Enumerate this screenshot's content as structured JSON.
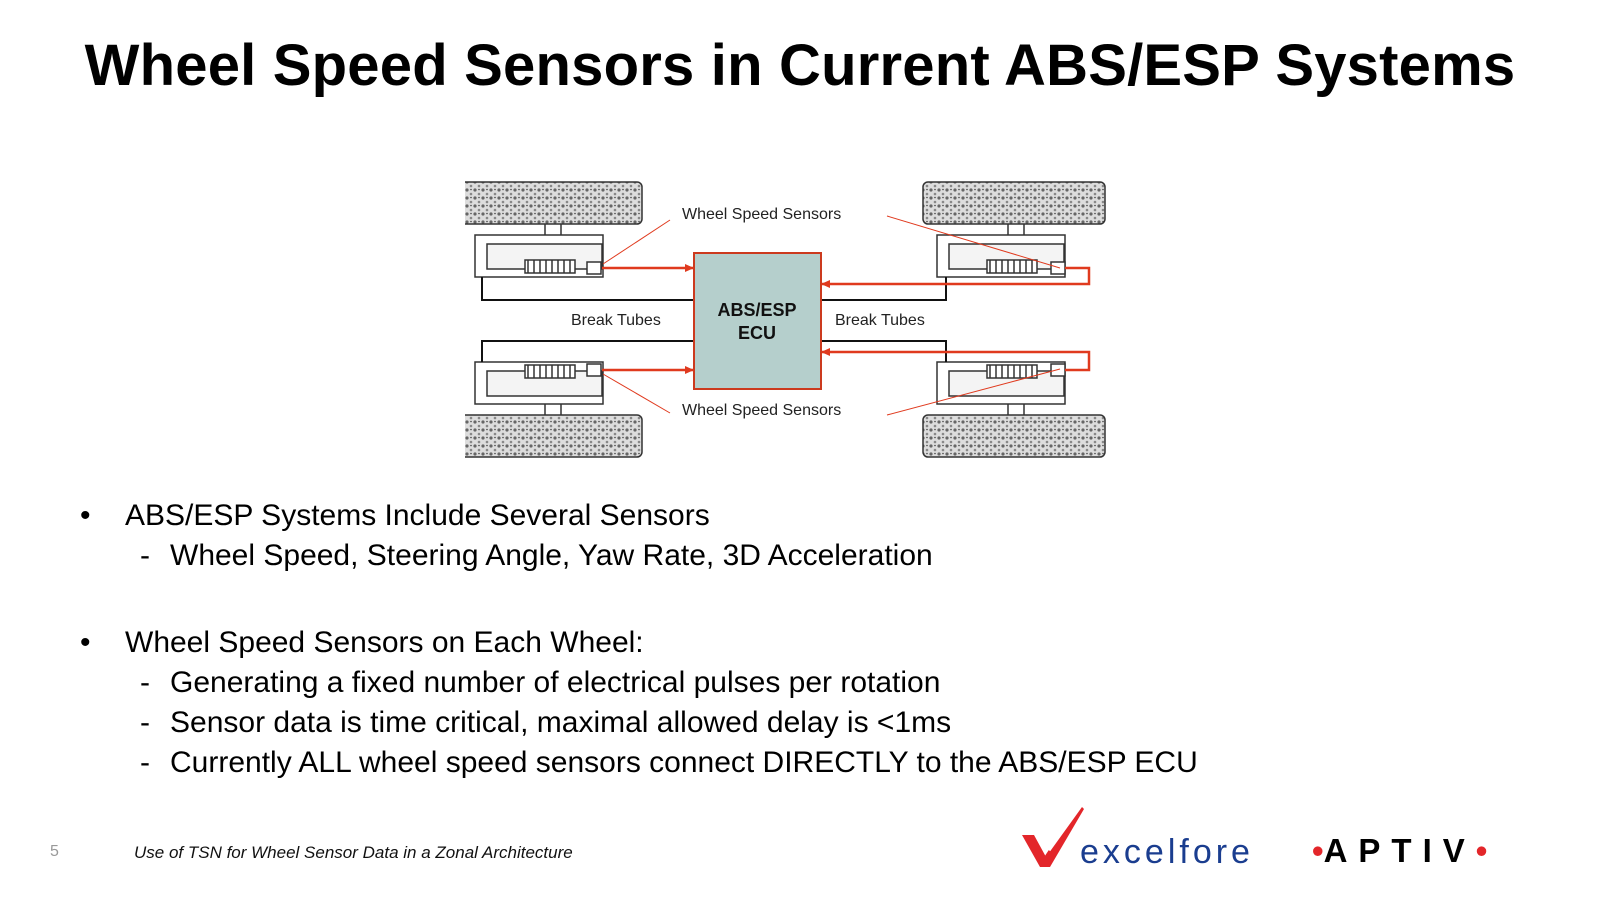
{
  "slide": {
    "title": "Wheel Speed Sensors in Current ABS/ESP Systems",
    "page_number": "5",
    "footer_text": "Use of TSN for Wheel Sensor Data in a Zonal Architecture"
  },
  "diagram": {
    "ecu_line1": "ABS/ESP",
    "ecu_line2": "ECU",
    "label_wss_top": "Wheel Speed Sensors",
    "label_wss_bottom": "Wheel Speed Sensors",
    "label_break_left": "Break Tubes",
    "label_break_right": "Break Tubes",
    "colors": {
      "ecu_fill": "#b5cfcc",
      "signal": "#e03a1e"
    }
  },
  "bullets": [
    {
      "text": "ABS/ESP Systems Include Several Sensors",
      "subs": [
        "Wheel Speed, Steering Angle, Yaw Rate, 3D Acceleration"
      ]
    },
    {
      "text": "Wheel Speed Sensors on Each Wheel:",
      "subs": [
        "Generating a fixed number of electrical pulses per rotation",
        "Sensor data is time critical, maximal allowed delay is <1ms",
        "Currently ALL wheel speed sensors connect DIRECTLY to the ABS/ESP ECU"
      ]
    }
  ],
  "symbols": {
    "bullet": "•",
    "dash": "-",
    "aptiv_dot": "•"
  },
  "logos": {
    "excelfore": "excelfore",
    "aptiv": "APTIV"
  }
}
